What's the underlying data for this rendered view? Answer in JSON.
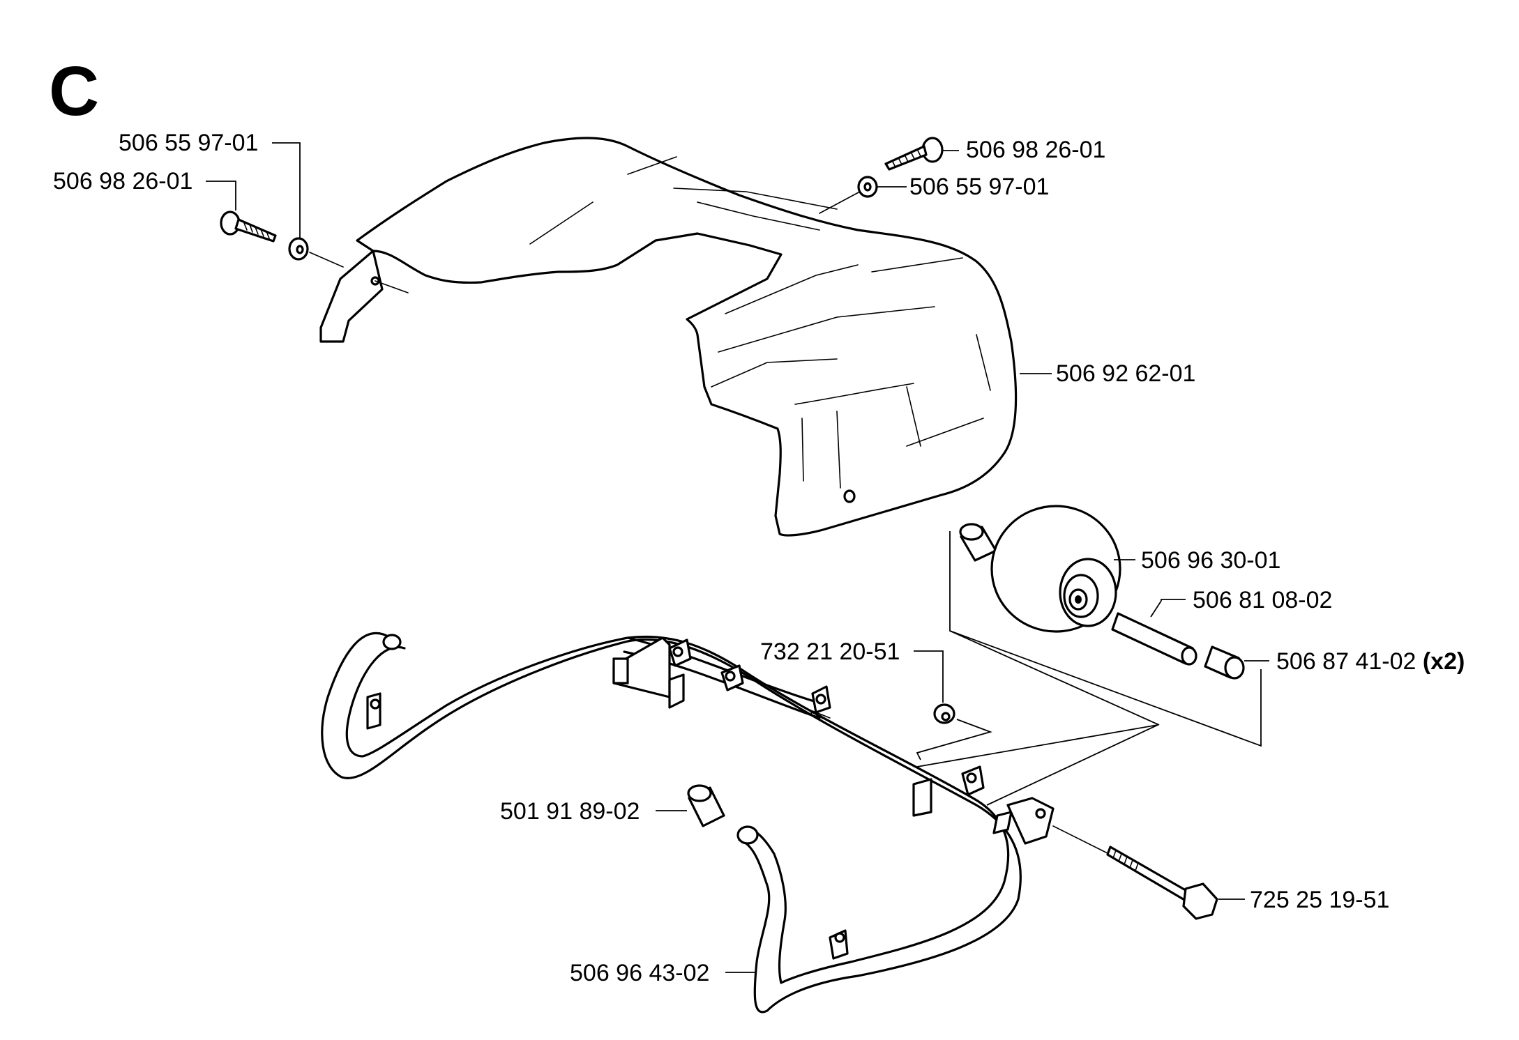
{
  "section_letter": "C",
  "labels": {
    "washer_left": "506 55 97-01",
    "screw_left": "506 98 26-01",
    "screw_right": "506 98 26-01",
    "washer_right": "506 55 97-01",
    "cover": "506 92 62-01",
    "wheel": "506 96 30-01",
    "axle": "506 81 08-02",
    "bushing": "506 87 41-02",
    "bushing_qty": "(x2)",
    "nut": "732 21 20-51",
    "spacer": "501 91 89-02",
    "bolt": "725 25 19-51",
    "frame": "506 96 43-02"
  }
}
